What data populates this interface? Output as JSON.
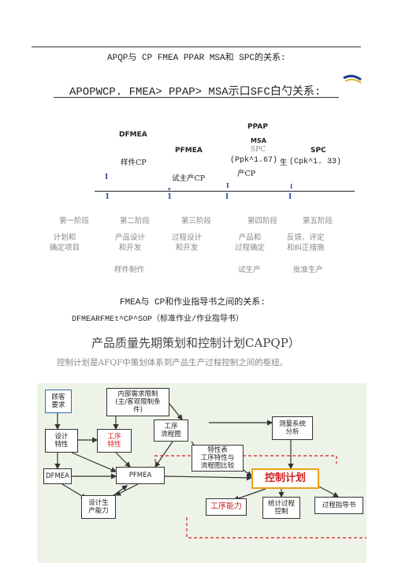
{
  "header": {
    "title_line": "APQP与 CP FMEA PPAR MSA和 SPC的关系:",
    "subtitle_line": "APOPWCP. FMEA> PPAP> MSA示口SFC白勺关系:"
  },
  "timeline": {
    "top_labels": {
      "dfmea": "DFMEA",
      "sample_cp": "样件CP",
      "pfmea": "PFMEA",
      "trial_cp": "试主产CP",
      "ppap": "PPAP",
      "msa": "MSA",
      "spc_mid": "SPC",
      "ppk_mid": "(Ppk^1.67)",
      "sheng": "生",
      "chan_cp": "产CP",
      "spc_right": "SPC",
      "cpk_right": "(Cpk^1. 33)"
    },
    "marks_above": [
      "I",
      "I",
      "I"
    ],
    "marks_below": [
      "1",
      "1",
      "I",
      "I"
    ],
    "stages": [
      {
        "name": "第一阶段",
        "desc": "计划和\n确定项目",
        "out": ""
      },
      {
        "name": "第二阶段",
        "desc": "产品设计\n和开发",
        "out": "样件制作"
      },
      {
        "name": "第三阶段",
        "desc": "过程设计\n和开发",
        "out": ""
      },
      {
        "name": "第四阶段",
        "desc": "产品和\n过程确定",
        "out": "试生产"
      },
      {
        "name": "第五阶段",
        "desc": "反馈、评定\n和纠正措施",
        "out": "批准生产"
      }
    ]
  },
  "relation": {
    "line1": "FMEA与 CP和作业指导书之间的关系:",
    "line2": "DFMEARFMEτ^CP^SOP（标准作业/作业指导书）"
  },
  "section": {
    "heading": "产品质量先期策划和控制计划CAPQP）",
    "intro": "控制计划是AFQF中策划体系到产品生产过程控制之间的枢纽。"
  },
  "flowchart": {
    "customer_req": "顾客\n要求",
    "internal_req": "内部需求限制\n(主/客观限制条\n件)",
    "process_flow": "工序\n流程图",
    "design_char": "设计\n特性",
    "process_char": "工序\n特性",
    "dfmea": "DFMEA",
    "pfmea": "PFMEA",
    "char_table": "特性表\n工序特性与\n流程图比较",
    "msa": "测量系统\n分析",
    "control_plan": "控制计划",
    "design_capability": "设计生\n产能力",
    "process_capability": "工序能力",
    "spc": "统计过程\n控制",
    "work_instruction": "过程指导书"
  },
  "colors": {
    "accent_red": "#d21f1f",
    "control_plan_border": "#e8a21a",
    "timeline_blue": "#2a4fa8",
    "flow_bg": "#eef3e8"
  }
}
